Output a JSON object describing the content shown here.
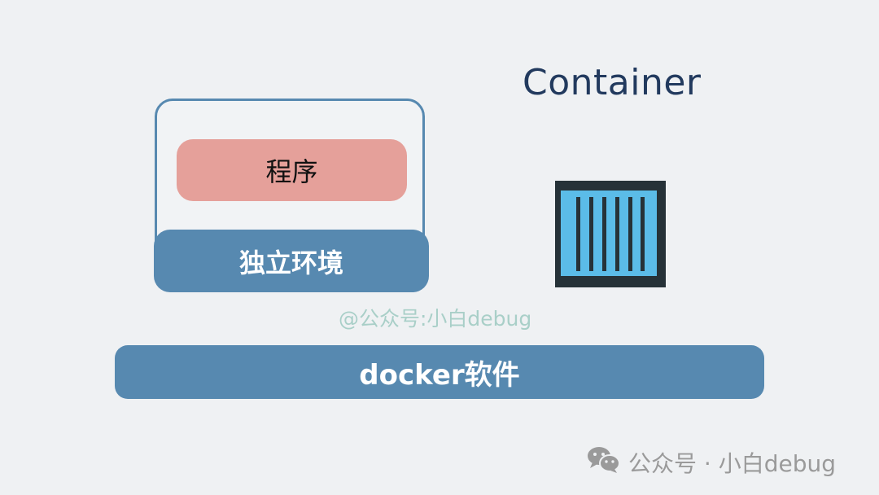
{
  "title": "Container",
  "env_box": {
    "program_label": "程序",
    "env_label": "独立环境"
  },
  "watermark": "@公众号:小白debug",
  "docker_label": "docker软件",
  "footer": {
    "icon": "wechat-icon",
    "text": "公众号 · 小白debug"
  },
  "colors": {
    "accent_blue": "#5789b0",
    "program_pink": "#e5a09a",
    "container_blue": "#5bbce8",
    "container_dark": "#263238",
    "title": "#223a5e"
  }
}
